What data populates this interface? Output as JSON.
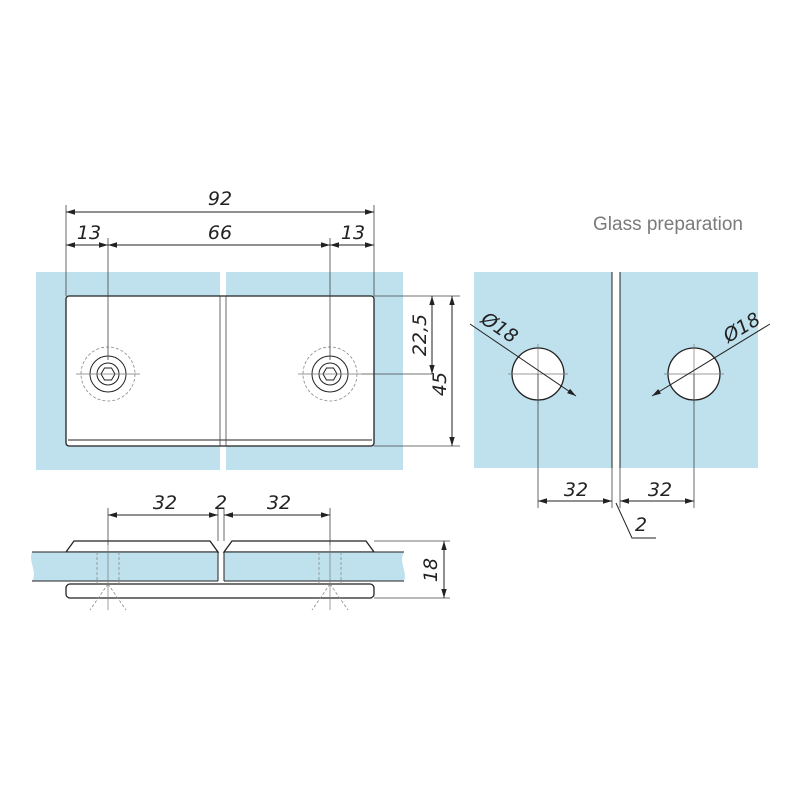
{
  "title": "Glass preparation",
  "dimensions": {
    "overall_width": "92",
    "edge_left": "13",
    "hole_spacing": "66",
    "edge_right": "13",
    "hole_center_height": "22,5",
    "plate_height": "45",
    "hole_diameter_left": "Ø18",
    "hole_diameter_right": "Ø18",
    "side_offset_left": "32",
    "side_gap": "2",
    "side_offset_right": "32",
    "glass_thickness": "18",
    "prep_offset_left": "32",
    "prep_offset_right": "32",
    "prep_gap": "2"
  },
  "colors": {
    "glass": "#bfe1ee",
    "line": "#222222",
    "title": "#7a7a7a"
  }
}
